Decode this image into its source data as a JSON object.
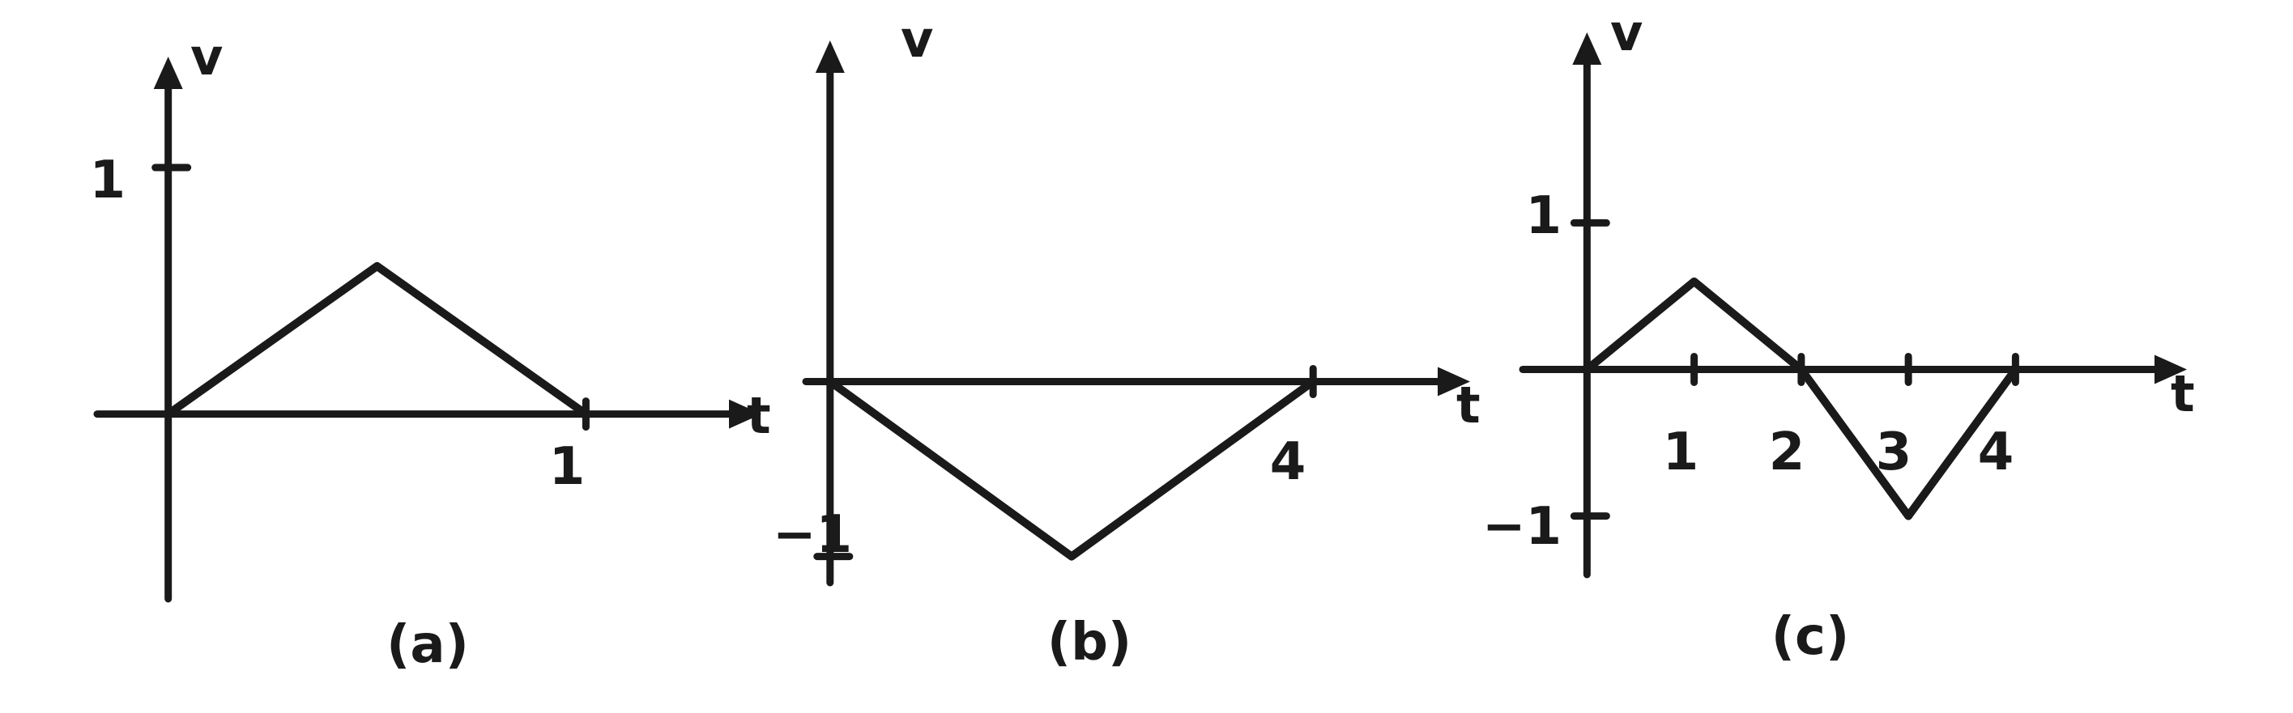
{
  "chart_data": [
    {
      "type": "line",
      "caption": "(a)",
      "xlabel": "t",
      "ylabel": "v",
      "x": [
        0,
        0.5,
        1
      ],
      "y": [
        0,
        0.6,
        0
      ],
      "xticks": [
        {
          "value": 1,
          "label": "1"
        }
      ],
      "yticks": [
        {
          "value": 1,
          "label": "1"
        }
      ],
      "xlim": [
        -0.17,
        1.42
      ],
      "ylim": [
        -0.75,
        1.45
      ],
      "grid": false
    },
    {
      "type": "line",
      "caption": "(b)",
      "xlabel": "t",
      "ylabel": "v",
      "x": [
        0,
        2,
        4
      ],
      "y": [
        0,
        -1,
        0
      ],
      "xticks": [
        {
          "value": 4,
          "label": "4"
        }
      ],
      "yticks": [
        {
          "value": -1,
          "label": "−1"
        }
      ],
      "xlim": [
        -0.2,
        5.3
      ],
      "ylim": [
        -1.15,
        1.95
      ],
      "grid": false
    },
    {
      "type": "line",
      "caption": "(c)",
      "xlabel": "t",
      "ylabel": "v",
      "x": [
        0,
        1,
        2,
        3,
        4
      ],
      "y": [
        0,
        0.6,
        0,
        -1,
        0
      ],
      "xticks": [
        {
          "value": 1,
          "label": "1"
        },
        {
          "value": 2,
          "label": "2"
        },
        {
          "value": 3,
          "label": "3"
        },
        {
          "value": 4,
          "label": "4"
        }
      ],
      "yticks": [
        {
          "value": 1,
          "label": "1"
        },
        {
          "value": -1,
          "label": "−1"
        }
      ],
      "xlim": [
        -0.6,
        5.6
      ],
      "ylim": [
        -1.4,
        2.3
      ],
      "grid": false
    }
  ]
}
